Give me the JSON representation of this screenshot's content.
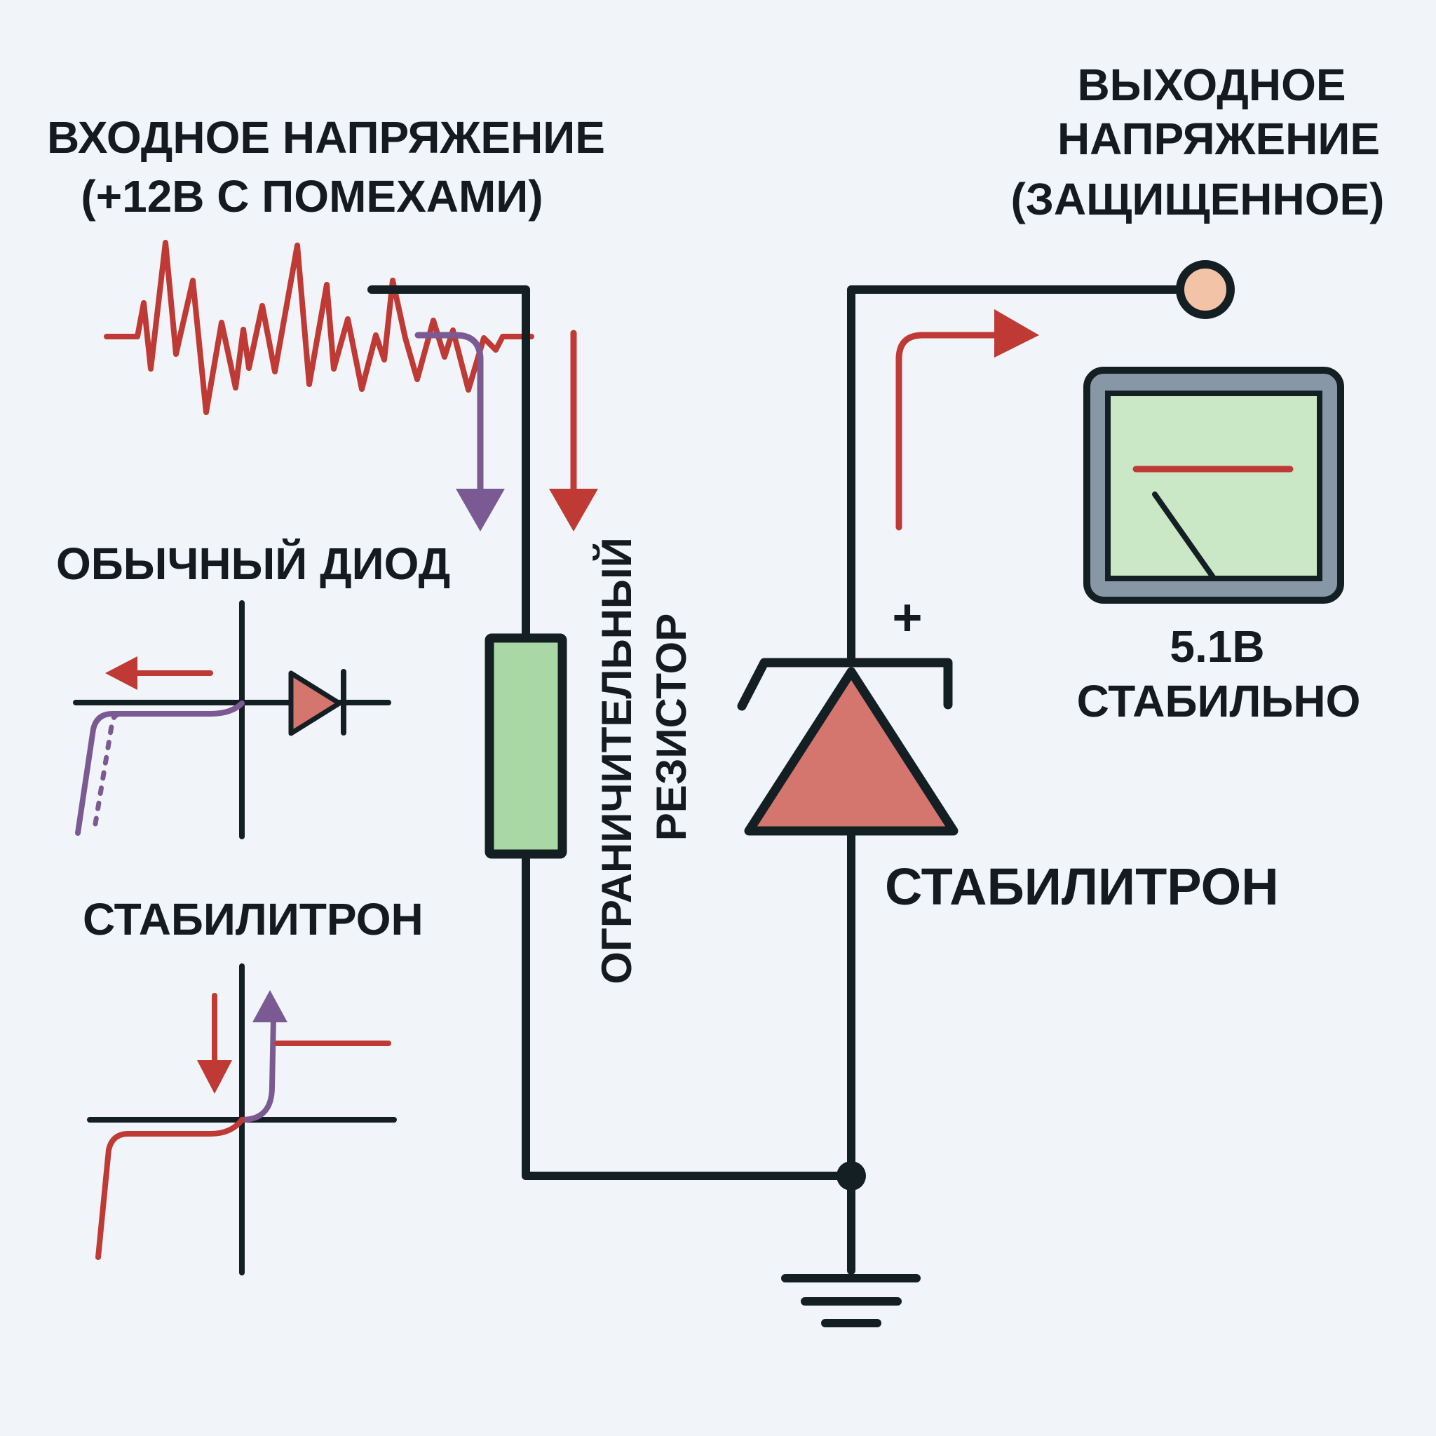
{
  "labels": {
    "input_line1": "ВХОДНОЕ НАПРЯЖЕНИЕ",
    "input_line2": "(+12В С ПОМЕХАМИ)",
    "output_line1": "ВЫХОДНОЕ",
    "output_line2": "НАПРЯЖЕНИЕ",
    "output_line3": "(ЗАЩИЩЕННОЕ)",
    "normal_diode": "ОБЫЧНЫЙ ДИОД",
    "zener_small": "СТАБИЛИТРОН",
    "resistor_line1": "ОГРАНИЧИТЕЛЬНЫЙ",
    "resistor_line2": "РЕЗИСТОР",
    "zener_main": "СТАБИЛИТРОН",
    "meter_line1": "5.1В",
    "meter_line2": "СТАБИЛЬНО",
    "polarity": "+"
  },
  "colors": {
    "background": "#f1f4f8",
    "wire": "#141f24",
    "red": "#bf3a34",
    "purple": "#7b5a94",
    "zener_fill": "#d4766e",
    "resistor_fill": "#a9d8a4",
    "meter_screen": "#cbe8c6",
    "meter_frame": "#8797a5",
    "terminal_fill": "#f3c3a8"
  },
  "icons": {
    "resistor": "resistor-icon",
    "zener": "zener-diode-icon",
    "diode": "diode-icon",
    "ground": "ground-icon",
    "meter": "voltmeter-icon"
  }
}
